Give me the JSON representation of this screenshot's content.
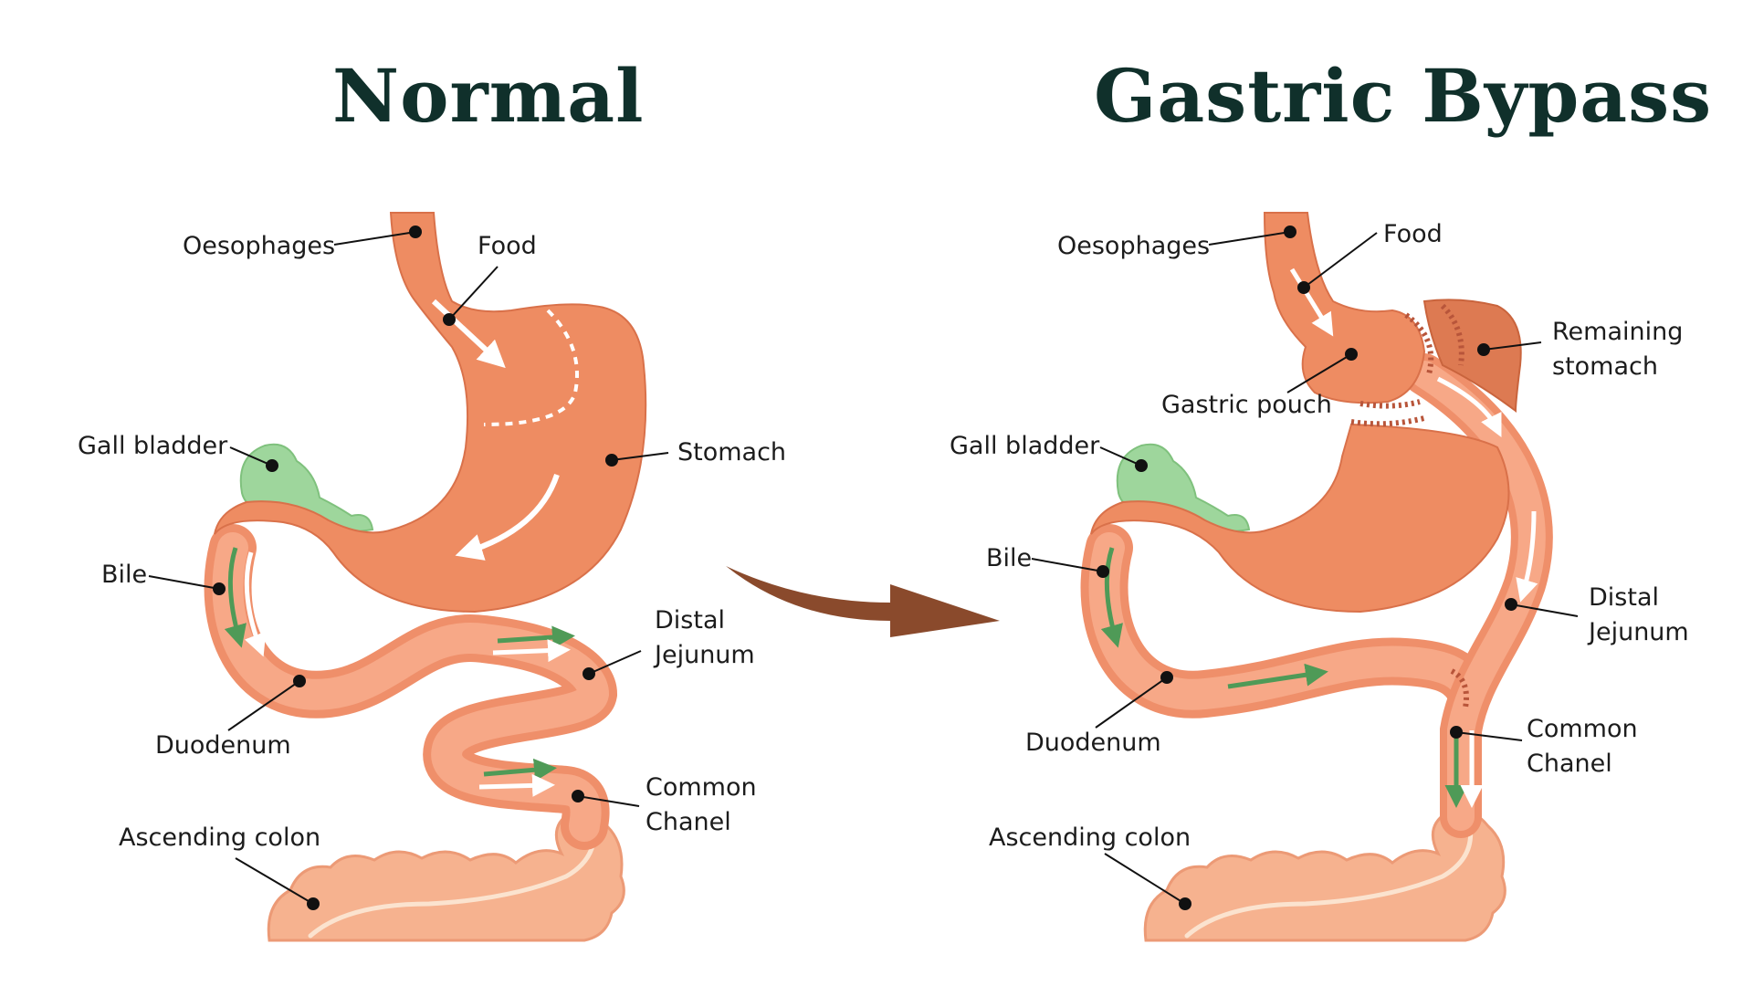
{
  "titles": {
    "normal": "Normal",
    "bypass": "Gastric Bypass"
  },
  "colors": {
    "title": "#10302b",
    "organ": "#ee8c62",
    "organ_light": "#f4a886",
    "organ_dark": "#d9714a",
    "intestine": "#f39a77",
    "colon": "#f6b28f",
    "gallbladder": "#9ed69c",
    "staple": "#b8553a",
    "flow_arrow_bile": "#4f9a57",
    "flow_arrow_food": "#ffffff",
    "transition_arrow": "#8a4a2c"
  },
  "normal": {
    "oesophages": "Oesophages",
    "food": "Food",
    "gall_bladder": "Gall bladder",
    "stomach": "Stomach",
    "bile": "Bile",
    "duodenum": "Duodenum",
    "distal_jejunum_1": "Distal",
    "distal_jejunum_2": "Jejunum",
    "common_chanel_1": "Common",
    "common_chanel_2": "Chanel",
    "ascending_colon": "Ascending colon"
  },
  "bypass": {
    "oesophages": "Oesophages",
    "food": "Food",
    "remaining_stomach_1": "Remaining",
    "remaining_stomach_2": "stomach",
    "gastric_pouch": "Gastric pouch",
    "gall_bladder": "Gall bladder",
    "bile": "Bile",
    "distal_jejunum_1": "Distal",
    "distal_jejunum_2": "Jejunum",
    "duodenum": "Duodenum",
    "common_chanel_1": "Common",
    "common_chanel_2": "Chanel",
    "ascending_colon": "Ascending colon"
  }
}
